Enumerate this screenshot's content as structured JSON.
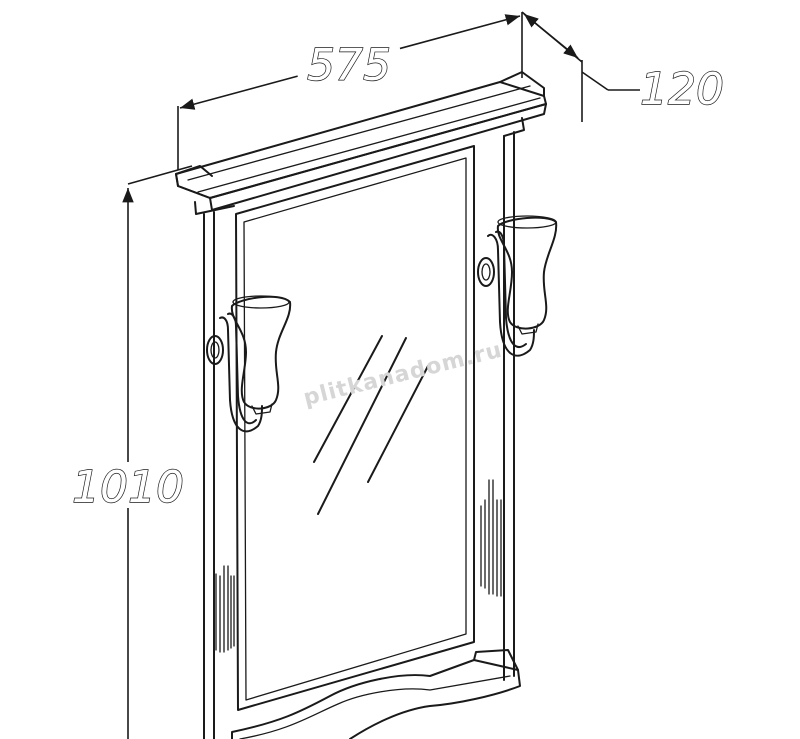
{
  "dimensions": {
    "width": "575",
    "depth": "120",
    "height": "1010"
  },
  "watermark": "plitkanadom.ru",
  "colors": {
    "line": "#1a1a1a",
    "background": "#ffffff",
    "watermark": "#d6d6d6"
  }
}
